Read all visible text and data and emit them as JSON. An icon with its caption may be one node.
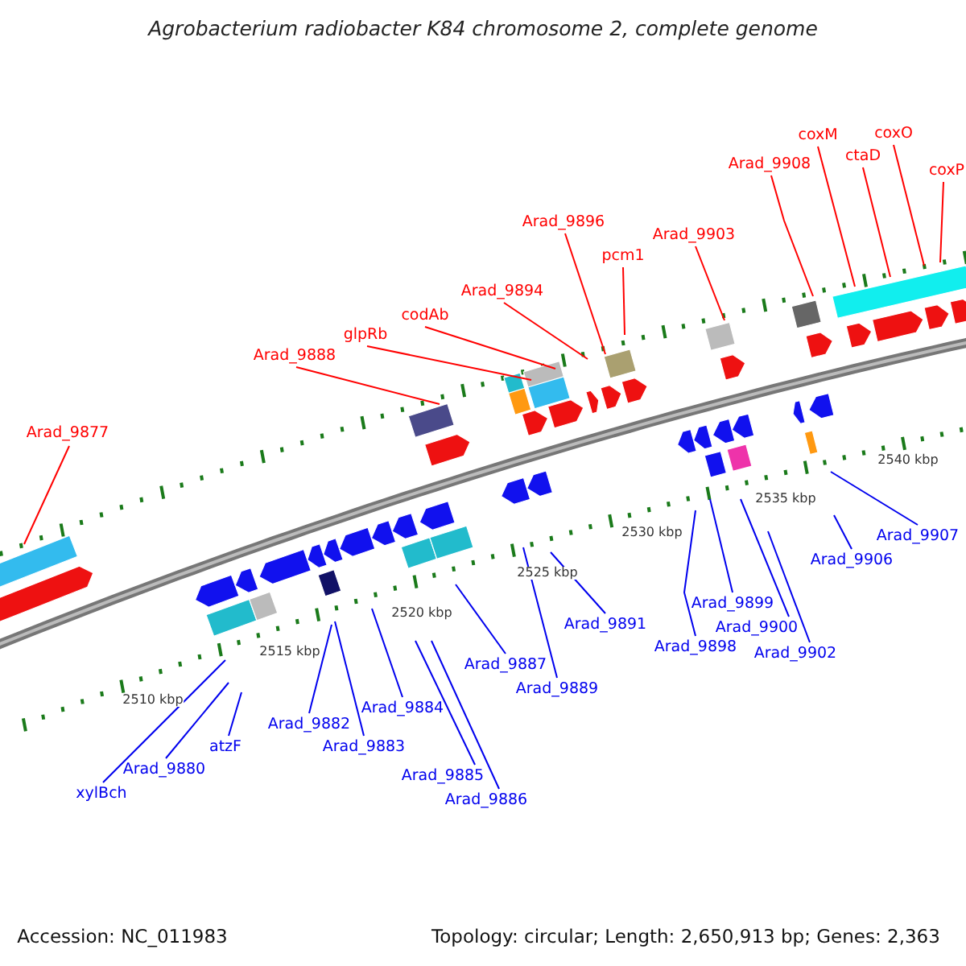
{
  "diagram": {
    "title": "Agrobacterium radiobacter K84 chromosome 2, complete genome",
    "nodes": [
      {
        "text": [
          "Arad_9877"
        ]
      },
      {
        "text": [
          "Arad_9888"
        ]
      },
      {
        "text": [
          "glpRb"
        ]
      },
      {
        "text": [
          "codAb"
        ]
      },
      {
        "text": [
          "Arad_9894"
        ]
      },
      {
        "text": [
          "Arad_9896"
        ]
      },
      {
        "text": [
          "pcm1"
        ]
      },
      {
        "text": [
          "Arad_9903"
        ]
      },
      {
        "text": [
          "Arad_9908"
        ]
      },
      {
        "text": [
          "coxM"
        ]
      },
      {
        "text": [
          "ctaD"
        ]
      },
      {
        "text": [
          "coxO"
        ]
      },
      {
        "text": [
          "coxP"
        ]
      },
      {
        "text": [
          "xylBch"
        ]
      },
      {
        "text": [
          "Arad_9880"
        ]
      },
      {
        "text": [
          "atzF"
        ]
      },
      {
        "text": [
          "Arad_9882"
        ]
      },
      {
        "text": [
          "Arad_9883"
        ]
      },
      {
        "text": [
          "Arad_9884"
        ]
      },
      {
        "text": [
          "Arad_9885"
        ]
      },
      {
        "text": [
          "Arad_9886"
        ]
      },
      {
        "text": [
          "Arad_9887"
        ]
      },
      {
        "text": [
          "Arad_9889"
        ]
      },
      {
        "text": [
          "Arad_9891"
        ]
      },
      {
        "text": [
          "Arad_9898"
        ]
      },
      {
        "text": [
          "Arad_9899"
        ]
      },
      {
        "text": [
          "Arad_9900"
        ]
      },
      {
        "text": [
          "Arad_9902"
        ]
      },
      {
        "text": [
          "Arad_9906"
        ]
      },
      {
        "text": [
          "Arad_9907"
        ]
      }
    ],
    "edges": [
      {
        "from": 0,
        "to": null,
        "arrow": "none",
        "color": "#ff0000"
      },
      {
        "from": 1,
        "to": null,
        "arrow": "none",
        "color": "#ff0000"
      },
      {
        "from": 2,
        "to": null,
        "arrow": "none",
        "color": "#ff0000"
      },
      {
        "from": 3,
        "to": null,
        "arrow": "none",
        "color": "#ff0000"
      },
      {
        "from": 4,
        "to": null,
        "arrow": "none",
        "color": "#ff0000"
      },
      {
        "from": 5,
        "to": null,
        "arrow": "none",
        "color": "#ff0000"
      },
      {
        "from": 6,
        "to": null,
        "arrow": "none",
        "color": "#ff0000"
      },
      {
        "from": 7,
        "to": null,
        "arrow": "none",
        "color": "#ff0000"
      },
      {
        "from": 8,
        "to": null,
        "arrow": "none",
        "color": "#ff0000"
      },
      {
        "from": 9,
        "to": null,
        "arrow": "none",
        "color": "#ff0000"
      },
      {
        "from": 10,
        "to": null,
        "arrow": "none",
        "color": "#ff0000"
      },
      {
        "from": 11,
        "to": null,
        "arrow": "none",
        "color": "#ff0000"
      },
      {
        "from": 12,
        "to": null,
        "arrow": "none",
        "color": "#ff0000"
      },
      {
        "from": 13,
        "to": null,
        "arrow": "none"
      },
      {
        "from": 14,
        "to": null,
        "arrow": "none"
      },
      {
        "from": 15,
        "to": null,
        "arrow": "none"
      },
      {
        "from": 16,
        "to": null,
        "arrow": "none"
      },
      {
        "from": 17,
        "to": null,
        "arrow": "none"
      },
      {
        "from": 18,
        "to": null,
        "arrow": "none"
      },
      {
        "from": 19,
        "to": null,
        "arrow": "none"
      },
      {
        "from": 20,
        "to": null,
        "arrow": "none"
      },
      {
        "from": 21,
        "to": null,
        "arrow": "none"
      },
      {
        "from": 22,
        "to": null,
        "arrow": "none"
      },
      {
        "from": 23,
        "to": null,
        "arrow": "none"
      },
      {
        "from": 24,
        "to": null,
        "arrow": "none"
      },
      {
        "from": 25,
        "to": null,
        "arrow": "none"
      },
      {
        "from": 26,
        "to": null,
        "arrow": "none"
      },
      {
        "from": 27,
        "to": null,
        "arrow": "none"
      },
      {
        "from": 28,
        "to": null,
        "arrow": "none"
      },
      {
        "from": 29,
        "to": null,
        "arrow": "none"
      }
    ],
    "labels": [
      "2540 kbp",
      "2535 kbp",
      "2530 kbp",
      "2525 kbp",
      "2520 kbp",
      "2515 kbp",
      "2510 kbp",
      "Accession: NC_011983",
      "Topology: circular; Length: 2,650,913 bp; Genes: 2,363"
    ]
  }
}
